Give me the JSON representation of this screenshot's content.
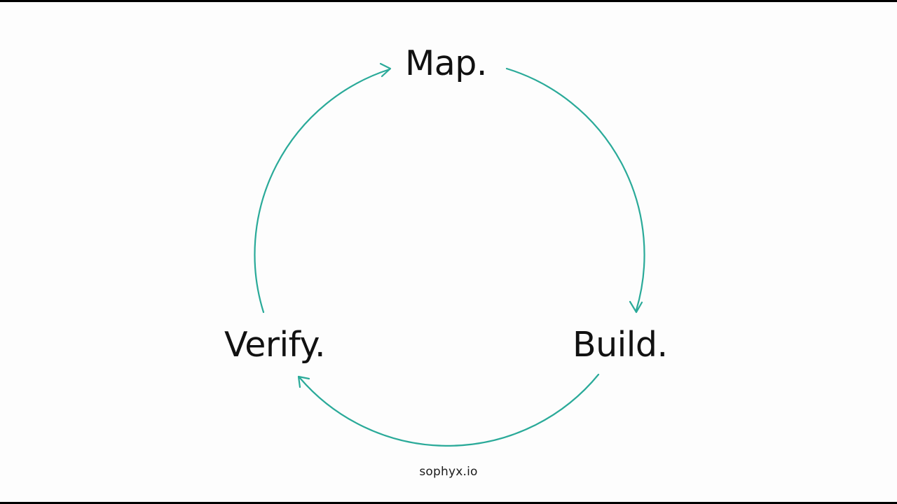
{
  "diagram": {
    "stages": [
      {
        "label": "Map."
      },
      {
        "label": "Build."
      },
      {
        "label": "Verify."
      }
    ],
    "arrow_color": "#2aaa99",
    "text_color": "#111111"
  },
  "footer": {
    "text": "sophyx.io"
  }
}
